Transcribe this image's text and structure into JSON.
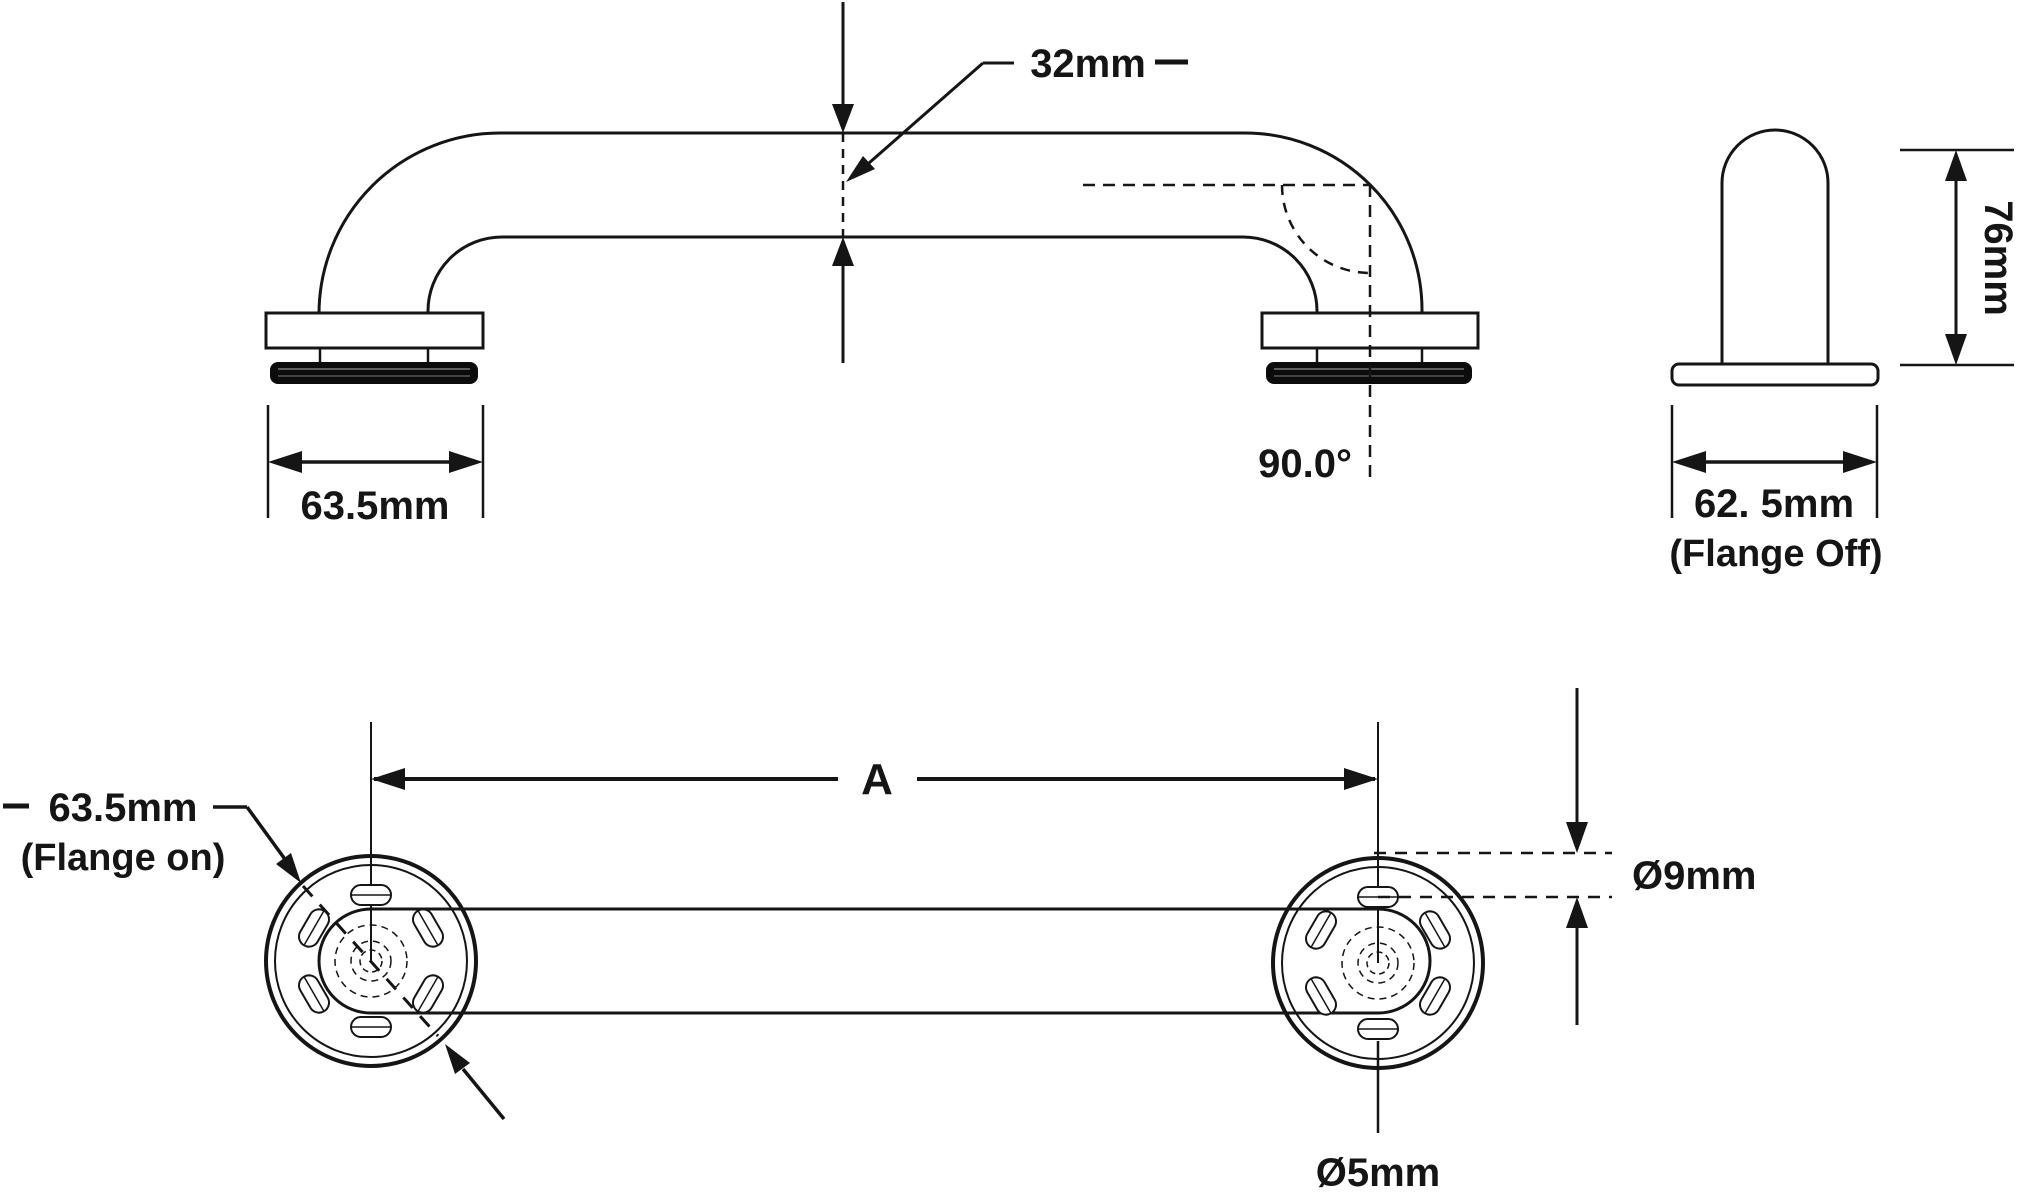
{
  "page": {
    "background": "#ffffff",
    "ink": "#151515",
    "description_labels_only": true
  },
  "views": {
    "side": {
      "labels": {
        "tube_diameter": "32mm",
        "flange_width": "63.5mm",
        "bend_angle": "90.0°"
      }
    },
    "end": {
      "labels": {
        "overall_height": "76mm",
        "flange_width": "62. 5mm",
        "flange_note": "(Flange Off)"
      }
    },
    "plan": {
      "labels": {
        "centers_length": "A",
        "flange_diameter": "63.5mm",
        "flange_note": "(Flange on)",
        "slot_diameter": "Ø9mm",
        "hole_diameter": "Ø5mm"
      }
    }
  }
}
